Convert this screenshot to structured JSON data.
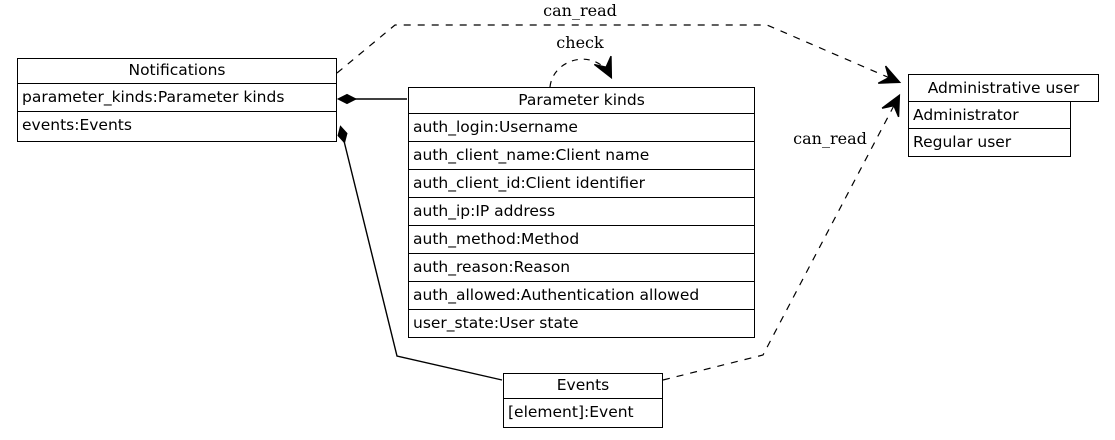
{
  "diagram": {
    "nodes": {
      "notifications": {
        "title": "Notifications",
        "rows": [
          "parameter_kinds:Parameter kinds",
          "events:Events"
        ]
      },
      "parameter_kinds": {
        "title": "Parameter kinds",
        "rows": [
          "auth_login:Username",
          "auth_client_name:Client name",
          "auth_client_id:Client identifier",
          "auth_ip:IP address",
          "auth_method:Method",
          "auth_reason:Reason",
          "auth_allowed:Authentication allowed",
          "user_state:User state"
        ]
      },
      "events": {
        "title": "Events",
        "rows": [
          "[element]:Event"
        ]
      },
      "administrative_user": {
        "title": "Administrative user",
        "rows": [
          "Administrator",
          "Regular user"
        ]
      }
    },
    "edge_labels": {
      "can_read_top": "can_read",
      "check": "check",
      "can_read_bottom": "can_read"
    },
    "colors": {
      "line": "#000000",
      "node_fill": "#ffffff",
      "background": "#ffffff"
    }
  }
}
